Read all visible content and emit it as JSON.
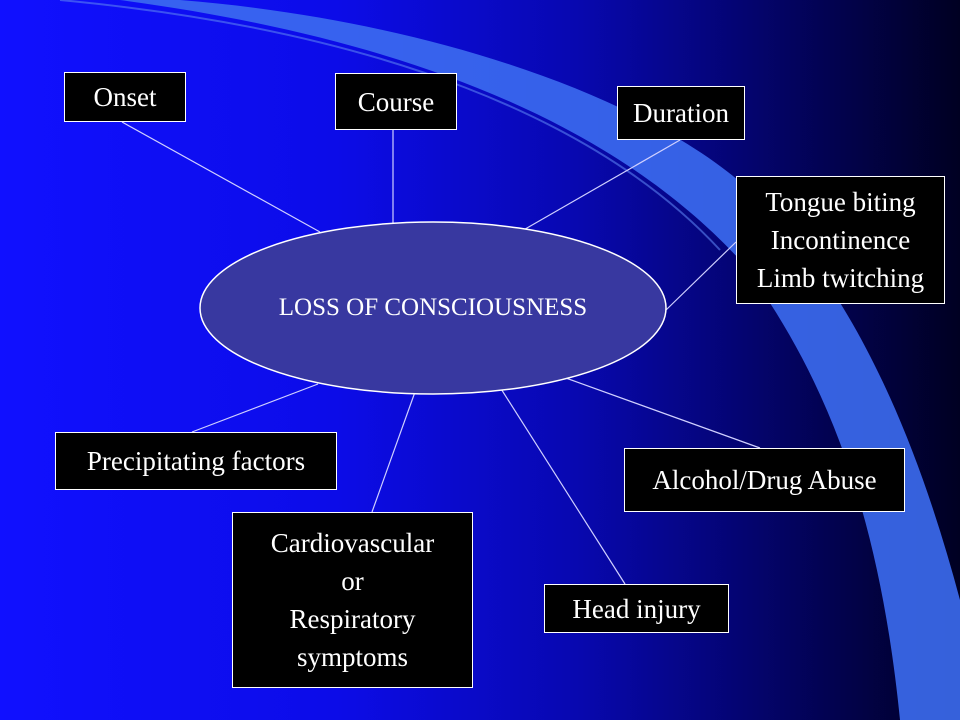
{
  "center": "LOSS OF CONSCIOUSNESS",
  "nodes": {
    "onset": "Onset",
    "course": "Course",
    "duration": "Duration",
    "signs": [
      "Tongue biting",
      "Incontinence",
      "Limb twitching"
    ],
    "precipitating": "Precipitating factors",
    "alcohol": "Alcohol/Drug Abuse",
    "cardio": [
      "Cardiovascular",
      "or",
      "Respiratory",
      "symptoms"
    ],
    "head": "Head injury"
  },
  "colors": {
    "box_fill": "#000000",
    "box_border": "#ffffff",
    "ellipse_fill": "#3838a0",
    "connector": "#c8c8ff",
    "accent_swoosh": "#3c6cf0"
  }
}
